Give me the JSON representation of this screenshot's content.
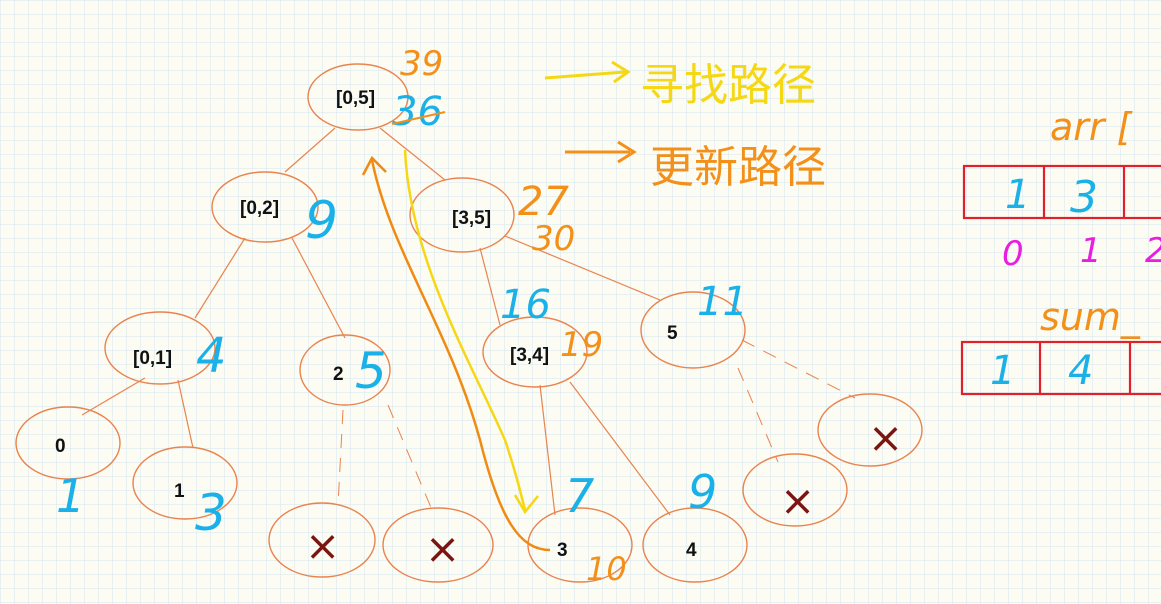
{
  "colors": {
    "grid": "#cfe2ef",
    "node_stroke": "#e9834f",
    "edge": "#e9834f",
    "handwriting_blue": "#1ab0e8",
    "handwriting_orange": "#f39019",
    "handwriting_yellow": "#f5d714",
    "handwriting_magenta": "#e81ee0",
    "array_red": "#e0202a",
    "cross": "#7a1512"
  },
  "legend": {
    "find_path": "寻找路径",
    "update_path": "更新路径"
  },
  "tree": {
    "root": {
      "label": "[0,5]",
      "sum_blue": "36",
      "sum_orange": "39"
    },
    "n02": {
      "label": "[0,2]",
      "sum_blue": "9"
    },
    "n35": {
      "label": "[3,5]",
      "sum_blue": "27",
      "sum_orange": "30"
    },
    "n01": {
      "label": "[0,1]",
      "sum_blue": "4"
    },
    "n2": {
      "label": "2",
      "sum_blue": "5"
    },
    "n34": {
      "label": "[3,4]",
      "sum_blue": "16",
      "sum_orange": "19"
    },
    "n5": {
      "label": "5",
      "sum_blue": "11"
    },
    "n0": {
      "label": "0",
      "sum_blue": "1"
    },
    "n1": {
      "label": "1",
      "sum_blue": "3"
    },
    "n3": {
      "label": "3",
      "sum_blue": "7",
      "sum_orange": "10"
    },
    "n4": {
      "label": "4",
      "sum_blue": "9"
    },
    "empty_mark": "×"
  },
  "arr": {
    "title": "arr [",
    "values": [
      "1",
      "3"
    ],
    "indices": [
      "0",
      "1",
      "2"
    ]
  },
  "sum_arr": {
    "title": "sum_",
    "values": [
      "1",
      "4"
    ]
  }
}
